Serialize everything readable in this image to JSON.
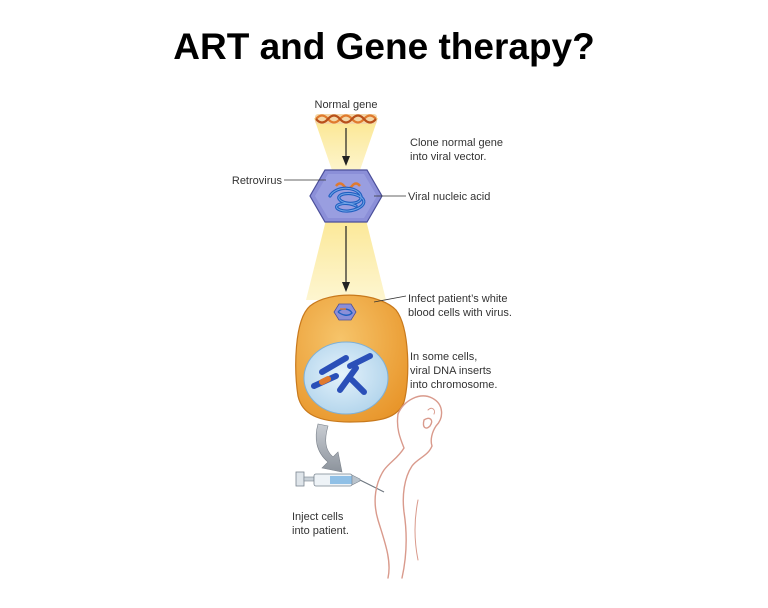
{
  "slide": {
    "title": "ART and Gene therapy?"
  },
  "diagram": {
    "labels": {
      "normal_gene": "Normal gene",
      "retrovirus": "Retrovirus",
      "clone_line1": "Clone normal gene",
      "clone_line2": "into viral vector.",
      "viral_nucleic_acid": "Viral nucleic acid",
      "infect_line1": "Infect patient’s white",
      "infect_line2": "blood cells with virus.",
      "insert_line1": "In some cells,",
      "insert_line2": "viral DNA inserts",
      "insert_line3": "into chromosome.",
      "inject_line1": "Inject cells",
      "inject_line2": "into patient."
    },
    "colors": {
      "beam": "#fbe58a",
      "cell": "#f0a63a",
      "nucleus": "#cfe6f5",
      "virus": "#8b8fd8",
      "dna": "#1f5fc0",
      "gene": "#e07a2e",
      "body_outline": "#d99a8c"
    }
  }
}
